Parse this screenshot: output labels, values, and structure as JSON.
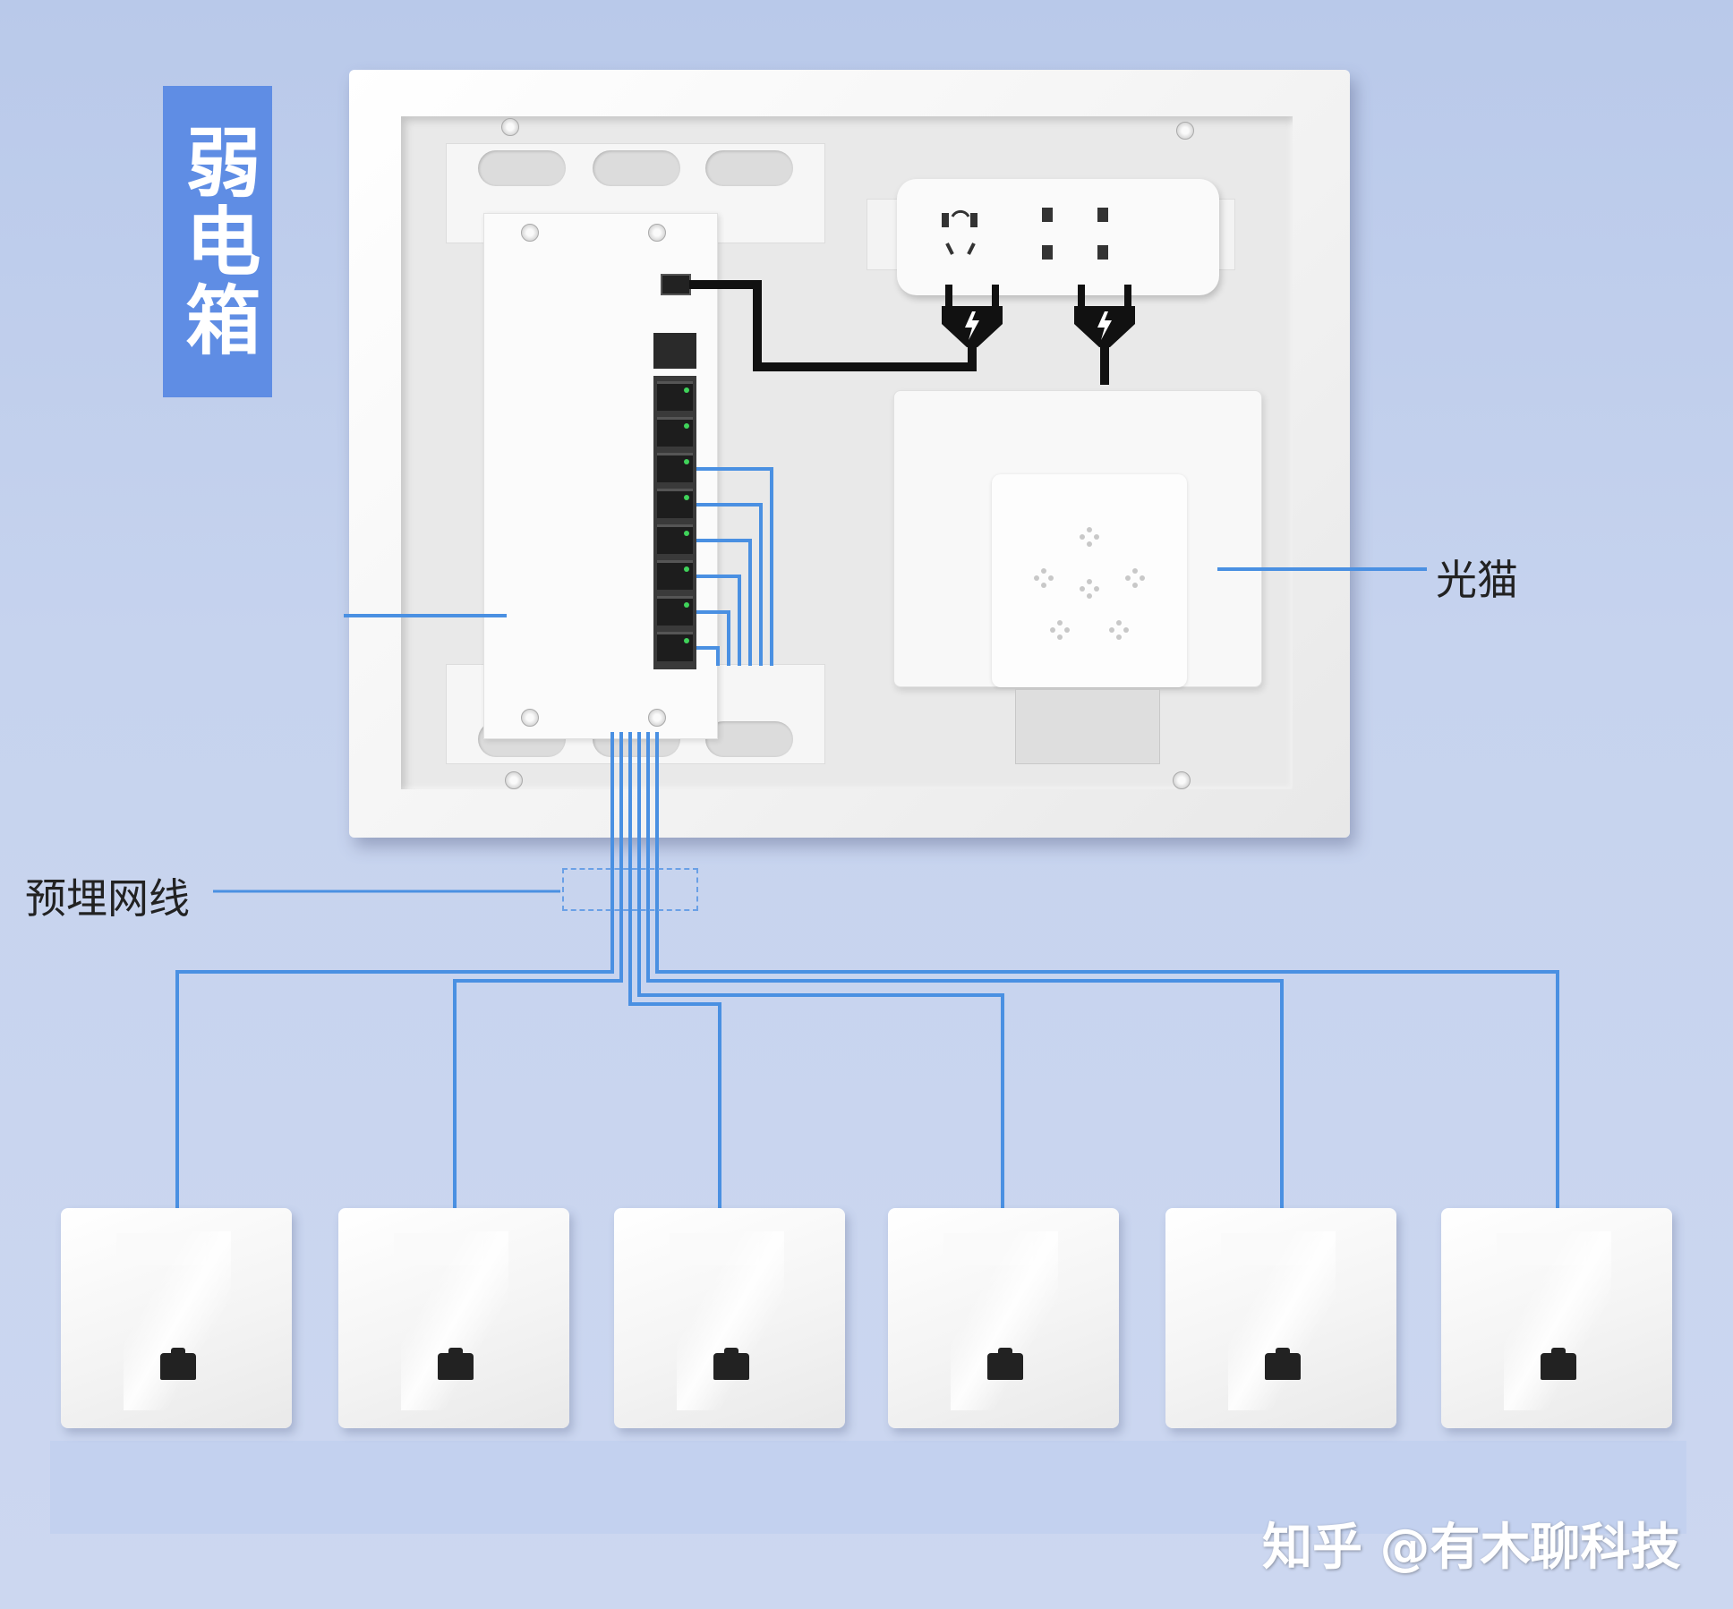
{
  "title": "弱电箱",
  "labels": {
    "modem": "光猫",
    "embedded_cable": "预埋网线"
  },
  "watermark": "知乎 @有木聊科技",
  "wall_socket_count": 6,
  "colors": {
    "title_tag": "#5f8de4",
    "network_cable": "#4a90e2",
    "power_cable": "#111111"
  }
}
